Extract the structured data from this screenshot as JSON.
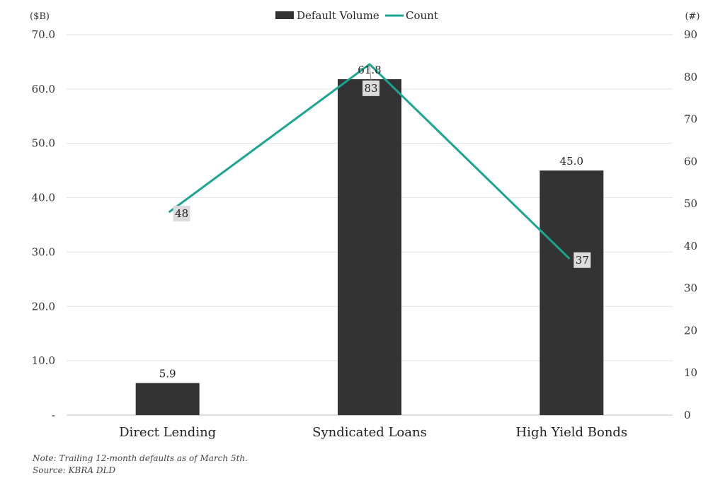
{
  "chart_data": {
    "type": "bar",
    "categories": [
      "Direct Lending",
      "Syndicated Loans",
      "High Yield Bonds"
    ],
    "series": [
      {
        "name": "Default Volume",
        "type": "bar",
        "axis": "left",
        "values": [
          5.9,
          61.8,
          45.0
        ],
        "labels": [
          "5.9",
          "61.8",
          "45.0"
        ],
        "color": "#333333"
      },
      {
        "name": "Count",
        "type": "line",
        "axis": "right",
        "values": [
          48,
          83,
          37
        ],
        "labels": [
          "48",
          "83",
          "37"
        ],
        "color": "#1aa590"
      }
    ],
    "left_axis": {
      "unit_label": "($B)",
      "ylim": [
        0,
        70
      ],
      "ticks": [
        "-",
        "10.0",
        "20.0",
        "30.0",
        "40.0",
        "50.0",
        "60.0",
        "70.0"
      ]
    },
    "right_axis": {
      "unit_label": "(#)",
      "ylim": [
        0,
        90
      ],
      "ticks": [
        "0",
        "10",
        "20",
        "30",
        "40",
        "50",
        "60",
        "70",
        "80",
        "90"
      ]
    },
    "grid": true,
    "legend_position": "top-center"
  },
  "notes": {
    "note": "Note: Trailing 12-month defaults as of March 5th.",
    "source": "Source: KBRA DLD"
  }
}
